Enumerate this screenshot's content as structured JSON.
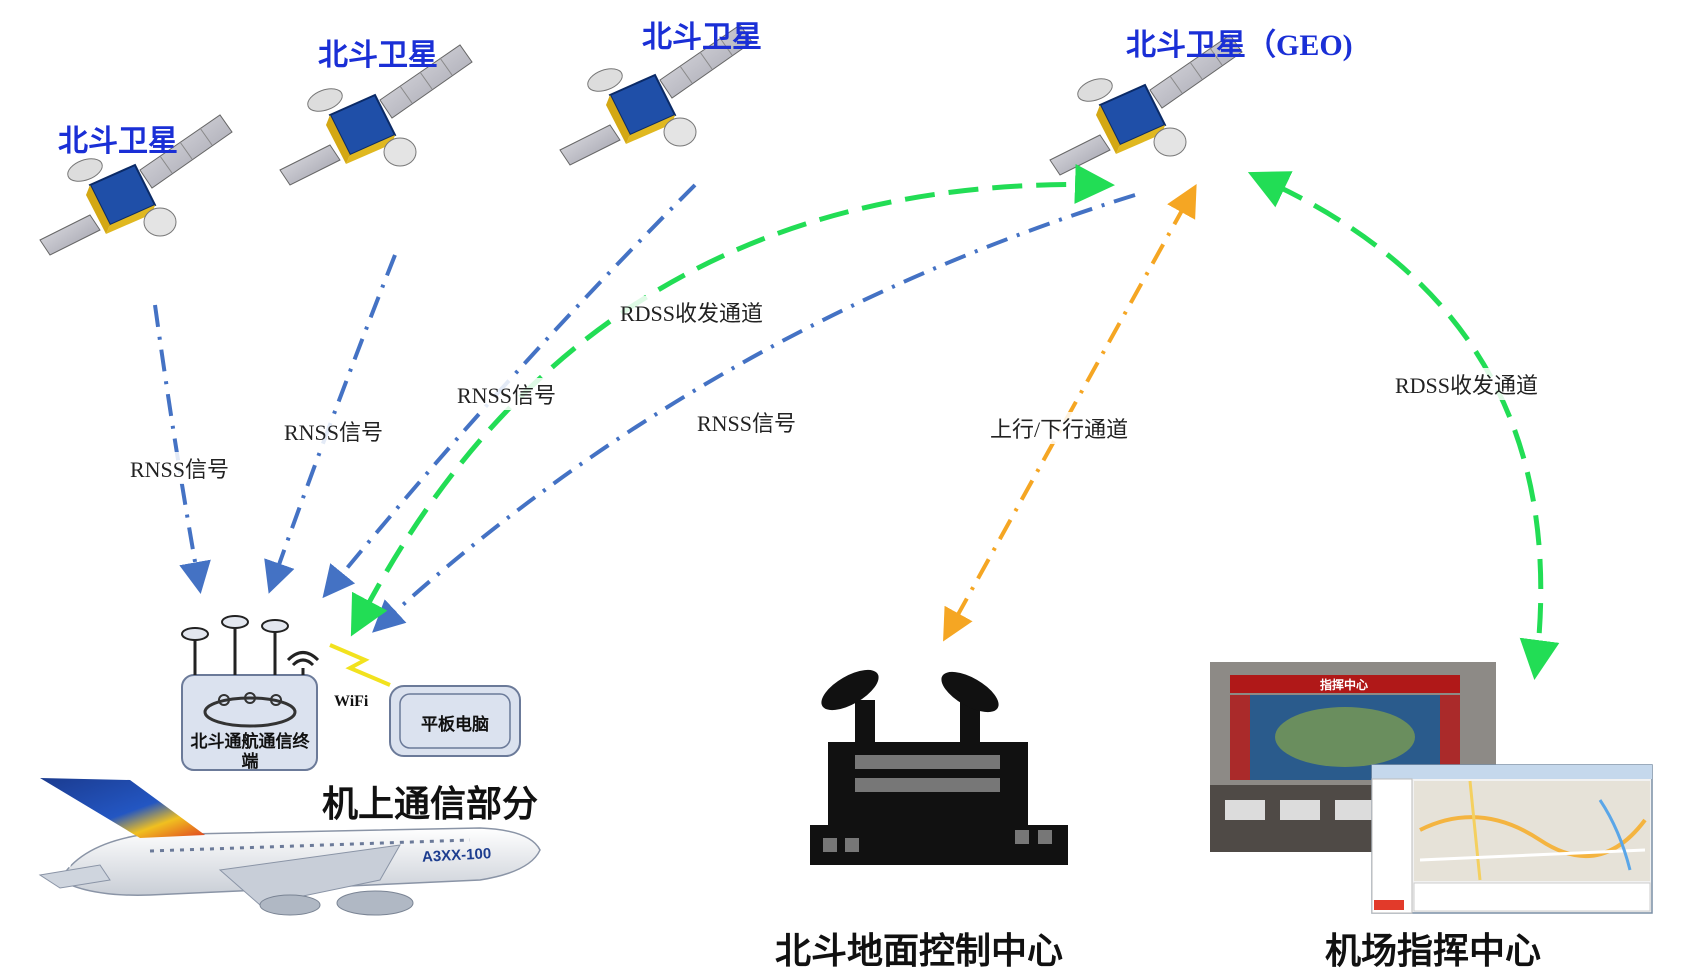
{
  "satellites": {
    "sat1": "北斗卫星",
    "sat2": "北斗卫星",
    "sat3": "北斗卫星",
    "geo": "北斗卫星（GEO)"
  },
  "links": {
    "rnss1": "RNSS信号",
    "rnss2": "RNSS信号",
    "rnss3": "RNSS信号",
    "rnss4": "RNSS信号",
    "rdss_air": "RDSS收发通道",
    "rdss_airport": "RDSS收发通道",
    "uplink": "上行/下行通道"
  },
  "airborne": {
    "terminal": "北斗通航通信终端",
    "wifi": "WiFi",
    "tablet": "平板电脑",
    "section": "机上通信部分",
    "aircraft_logo": "A3XX",
    "aircraft_model": "A3XX-100"
  },
  "ground": {
    "control_center": "北斗地面控制中心",
    "airport_center": "机场指挥中心",
    "screen_header": "指挥中心"
  },
  "colors": {
    "rnss": "#4472c4",
    "rdss": "#22dd55",
    "uplink": "#f5a623",
    "title": "#1a2fd6"
  }
}
